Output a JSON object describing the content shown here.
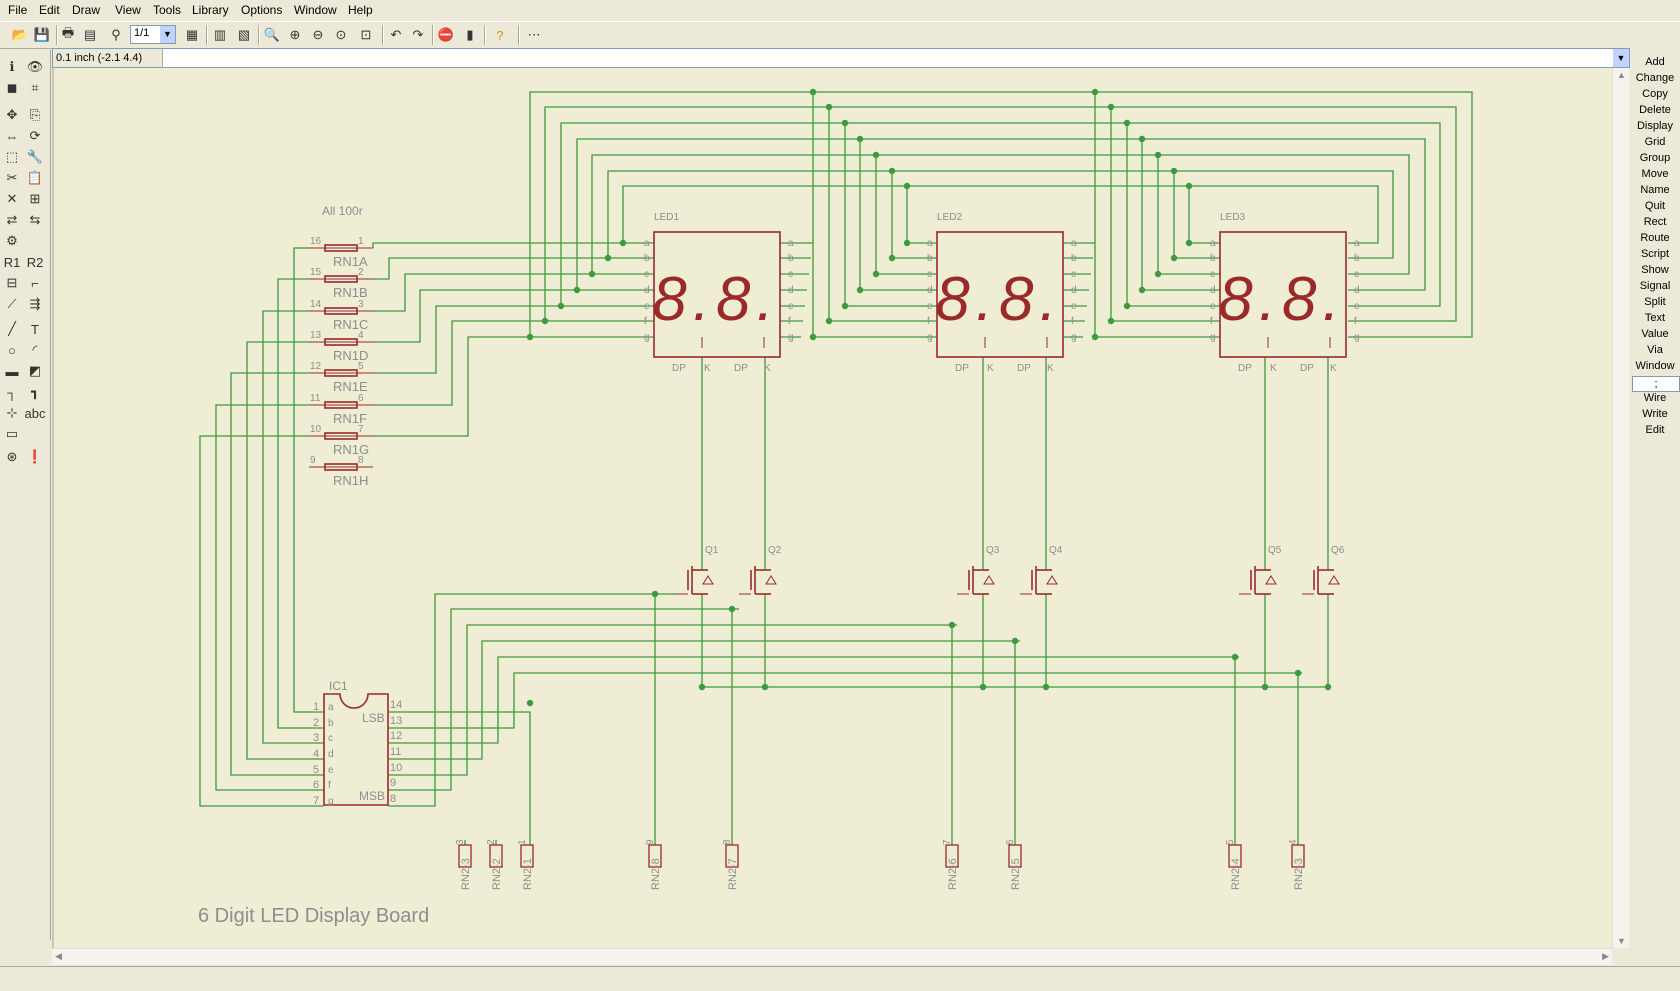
{
  "menubar": {
    "items": [
      "File",
      "Edit",
      "Draw",
      "View",
      "Tools",
      "Library",
      "Options",
      "Window",
      "Help"
    ]
  },
  "toolbar": {
    "sheet_value": "1/1"
  },
  "cmdbar": {
    "coordinate": "0.1 inch (-2.1 4.4)",
    "command_text": ""
  },
  "right_commands": [
    "Add",
    "Change",
    "Copy",
    "Delete",
    "Display",
    "Grid",
    "Group",
    "Move",
    "Name",
    "Quit",
    "Rect",
    "Route",
    "Script",
    "Show",
    "Signal",
    "Split",
    "Text",
    "Value",
    "Via",
    "Window",
    ";",
    "Wire",
    "Write",
    "Edit"
  ],
  "schematic": {
    "title": "6 Digit LED Display Board",
    "resnet_note": "All 100r",
    "resistors": [
      {
        "name": "RN1A",
        "left_pin": "16",
        "right_pin": "1"
      },
      {
        "name": "RN1B",
        "left_pin": "15",
        "right_pin": "2"
      },
      {
        "name": "RN1C",
        "left_pin": "14",
        "right_pin": "3"
      },
      {
        "name": "RN1D",
        "left_pin": "13",
        "right_pin": "4"
      },
      {
        "name": "RN1E",
        "left_pin": "12",
        "right_pin": "5"
      },
      {
        "name": "RN1F",
        "left_pin": "11",
        "right_pin": "6"
      },
      {
        "name": "RN1G",
        "left_pin": "10",
        "right_pin": "7"
      },
      {
        "name": "RN1H",
        "left_pin": "9",
        "right_pin": "8"
      }
    ],
    "displays": [
      {
        "name": "LED1",
        "digits": "8.8."
      },
      {
        "name": "LED2",
        "digits": "8.8."
      },
      {
        "name": "LED3",
        "digits": "8.8."
      }
    ],
    "segment_pins": [
      "a",
      "b",
      "c",
      "d",
      "e",
      "f",
      "g"
    ],
    "bottom_pins": [
      "DP",
      "K",
      "DP",
      "K"
    ],
    "transistors": [
      "Q1",
      "Q2",
      "Q3",
      "Q4",
      "Q5",
      "Q6"
    ],
    "ic": {
      "name": "IC1",
      "left_pins": [
        "1",
        "2",
        "3",
        "4",
        "5",
        "6",
        "7"
      ],
      "right_pins": [
        "14",
        "13",
        "12",
        "11",
        "10",
        "9",
        "8"
      ],
      "inner_left": [
        "a",
        "b",
        "c",
        "d",
        "e",
        "f",
        "g"
      ],
      "lsb": "LSB",
      "msb": "MSB"
    },
    "connectors": [
      {
        "label": "RN2-3",
        "pin": "3"
      },
      {
        "label": "RN2-2",
        "pin": "2"
      },
      {
        "label": "RN2-1",
        "pin": "1"
      },
      {
        "label": "RN2-8",
        "pin": "9"
      },
      {
        "label": "RN2-7",
        "pin": "8"
      },
      {
        "label": "RN2-6",
        "pin": "7"
      },
      {
        "label": "RN2-5",
        "pin": "6"
      },
      {
        "label": "RN2-4",
        "pin": "5"
      },
      {
        "label": "RN2-3",
        "pin": "4"
      }
    ]
  },
  "colors": {
    "canvas": "#efedd3",
    "wire": "#3d9a3d",
    "part": "#9a2a2a",
    "label": "#8e8e8e"
  }
}
